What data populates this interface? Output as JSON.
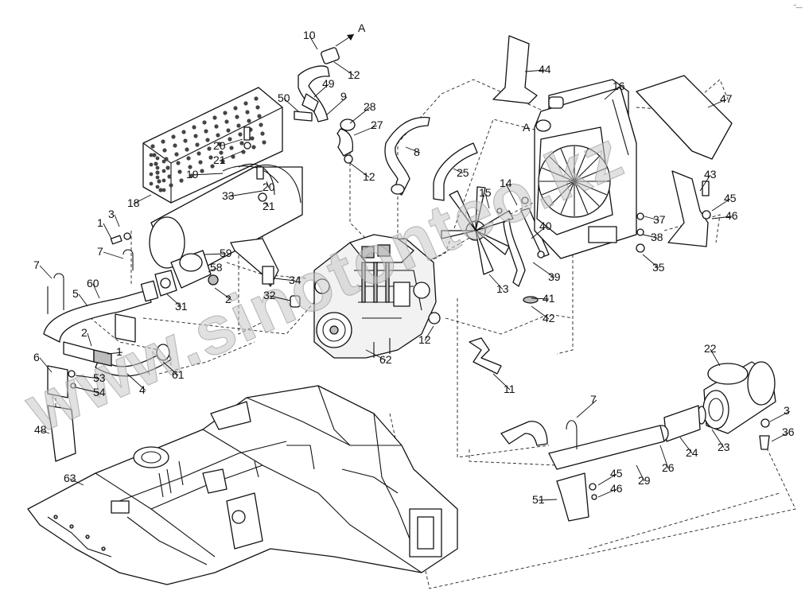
{
  "watermark": "www.sinotonteo.kz",
  "corner_mark": "˜—",
  "direction_label": "A",
  "callouts": [
    "10",
    "12",
    "49",
    "50",
    "9",
    "28",
    "27",
    "12",
    "8",
    "44",
    "16",
    "47",
    "20",
    "21",
    "19",
    "33",
    "20",
    "21",
    "18",
    "1",
    "3",
    "7",
    "59",
    "58",
    "2",
    "31",
    "34",
    "32",
    "7",
    "60",
    "5",
    "2",
    "1",
    "6",
    "53",
    "54",
    "4",
    "61",
    "62",
    "12",
    "25",
    "15",
    "14",
    "13",
    "40",
    "39",
    "41",
    "42",
    "11",
    "37",
    "38",
    "35",
    "43",
    "45",
    "46",
    "22",
    "3",
    "36",
    "23",
    "24",
    "26",
    "7",
    "29",
    "45",
    "46",
    "51",
    "48",
    "63"
  ]
}
